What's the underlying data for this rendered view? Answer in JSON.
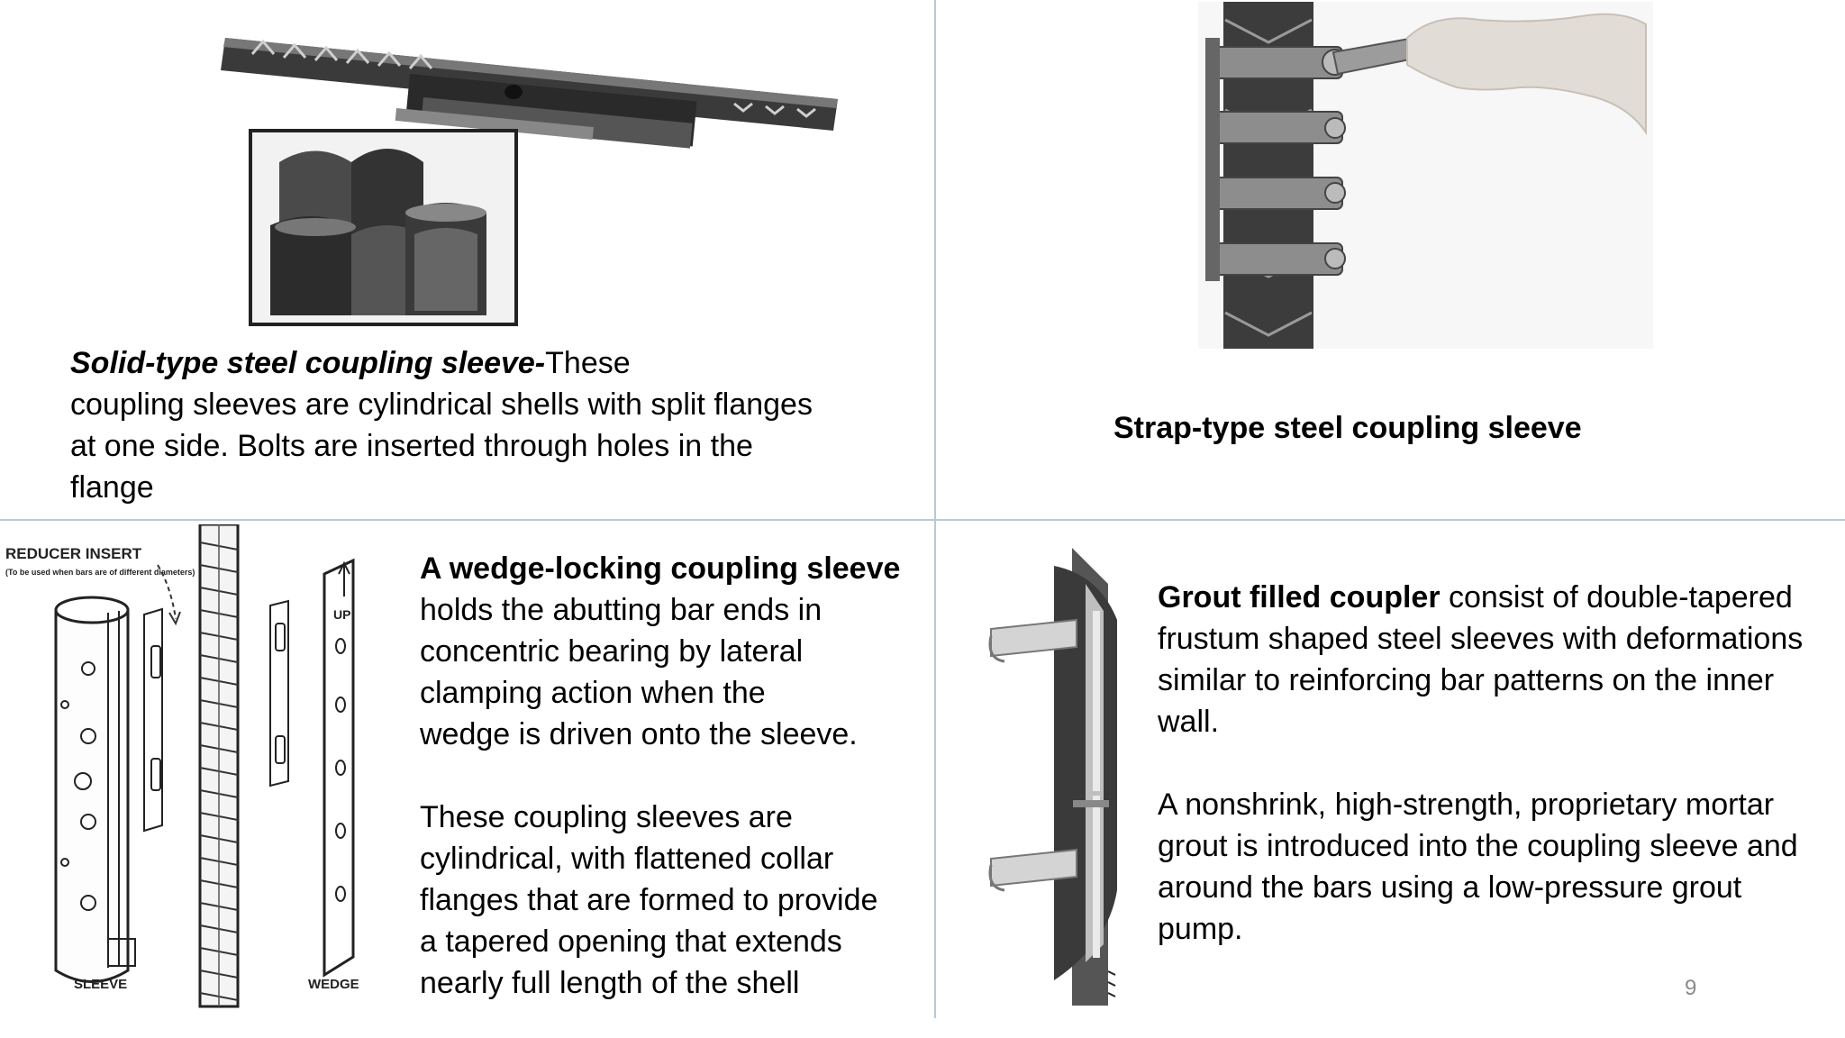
{
  "q1": {
    "title": "Solid-type steel coupling sleeve-",
    "body_first": "These",
    "line2": "coupling sleeves are cylindrical shells with split flanges",
    "line3": "at one side. Bolts are inserted through holes in the",
    "line4": "flange"
  },
  "q2": {
    "caption": "Strap-type steel coupling sleeve"
  },
  "q3": {
    "figure_labels": {
      "reducer_insert": "REDUCER INSERT",
      "reducer_note": "(To be used when bars are of different diameters)",
      "up": "UP",
      "sleeve": "SLEEVE",
      "wedge": "WEDGE"
    },
    "para1_title": "A wedge-locking coupling sleeve",
    "para1_lines": [
      "holds the abutting bar ends in",
      "concentric bearing by lateral",
      "clamping action when the",
      "wedge is driven onto the sleeve."
    ],
    "para2_lines": [
      "These coupling sleeves are",
      "cylindrical, with flattened collar",
      "flanges that are formed to provide",
      "a tapered opening that extends",
      "nearly full length of the shell"
    ]
  },
  "q4": {
    "para1_title": "Grout filled coupler",
    "para1_first": " consist of double-tapered",
    "para1_lines": [
      "frustum shaped steel sleeves with deformations",
      "similar to reinforcing bar patterns on the inner",
      "wall."
    ],
    "para2_lines": [
      "A nonshrink, high-strength, proprietary mortar",
      "grout is introduced into the coupling sleeve and",
      "around the bars using a low-pressure grout",
      "pump."
    ]
  },
  "page_number": "9"
}
